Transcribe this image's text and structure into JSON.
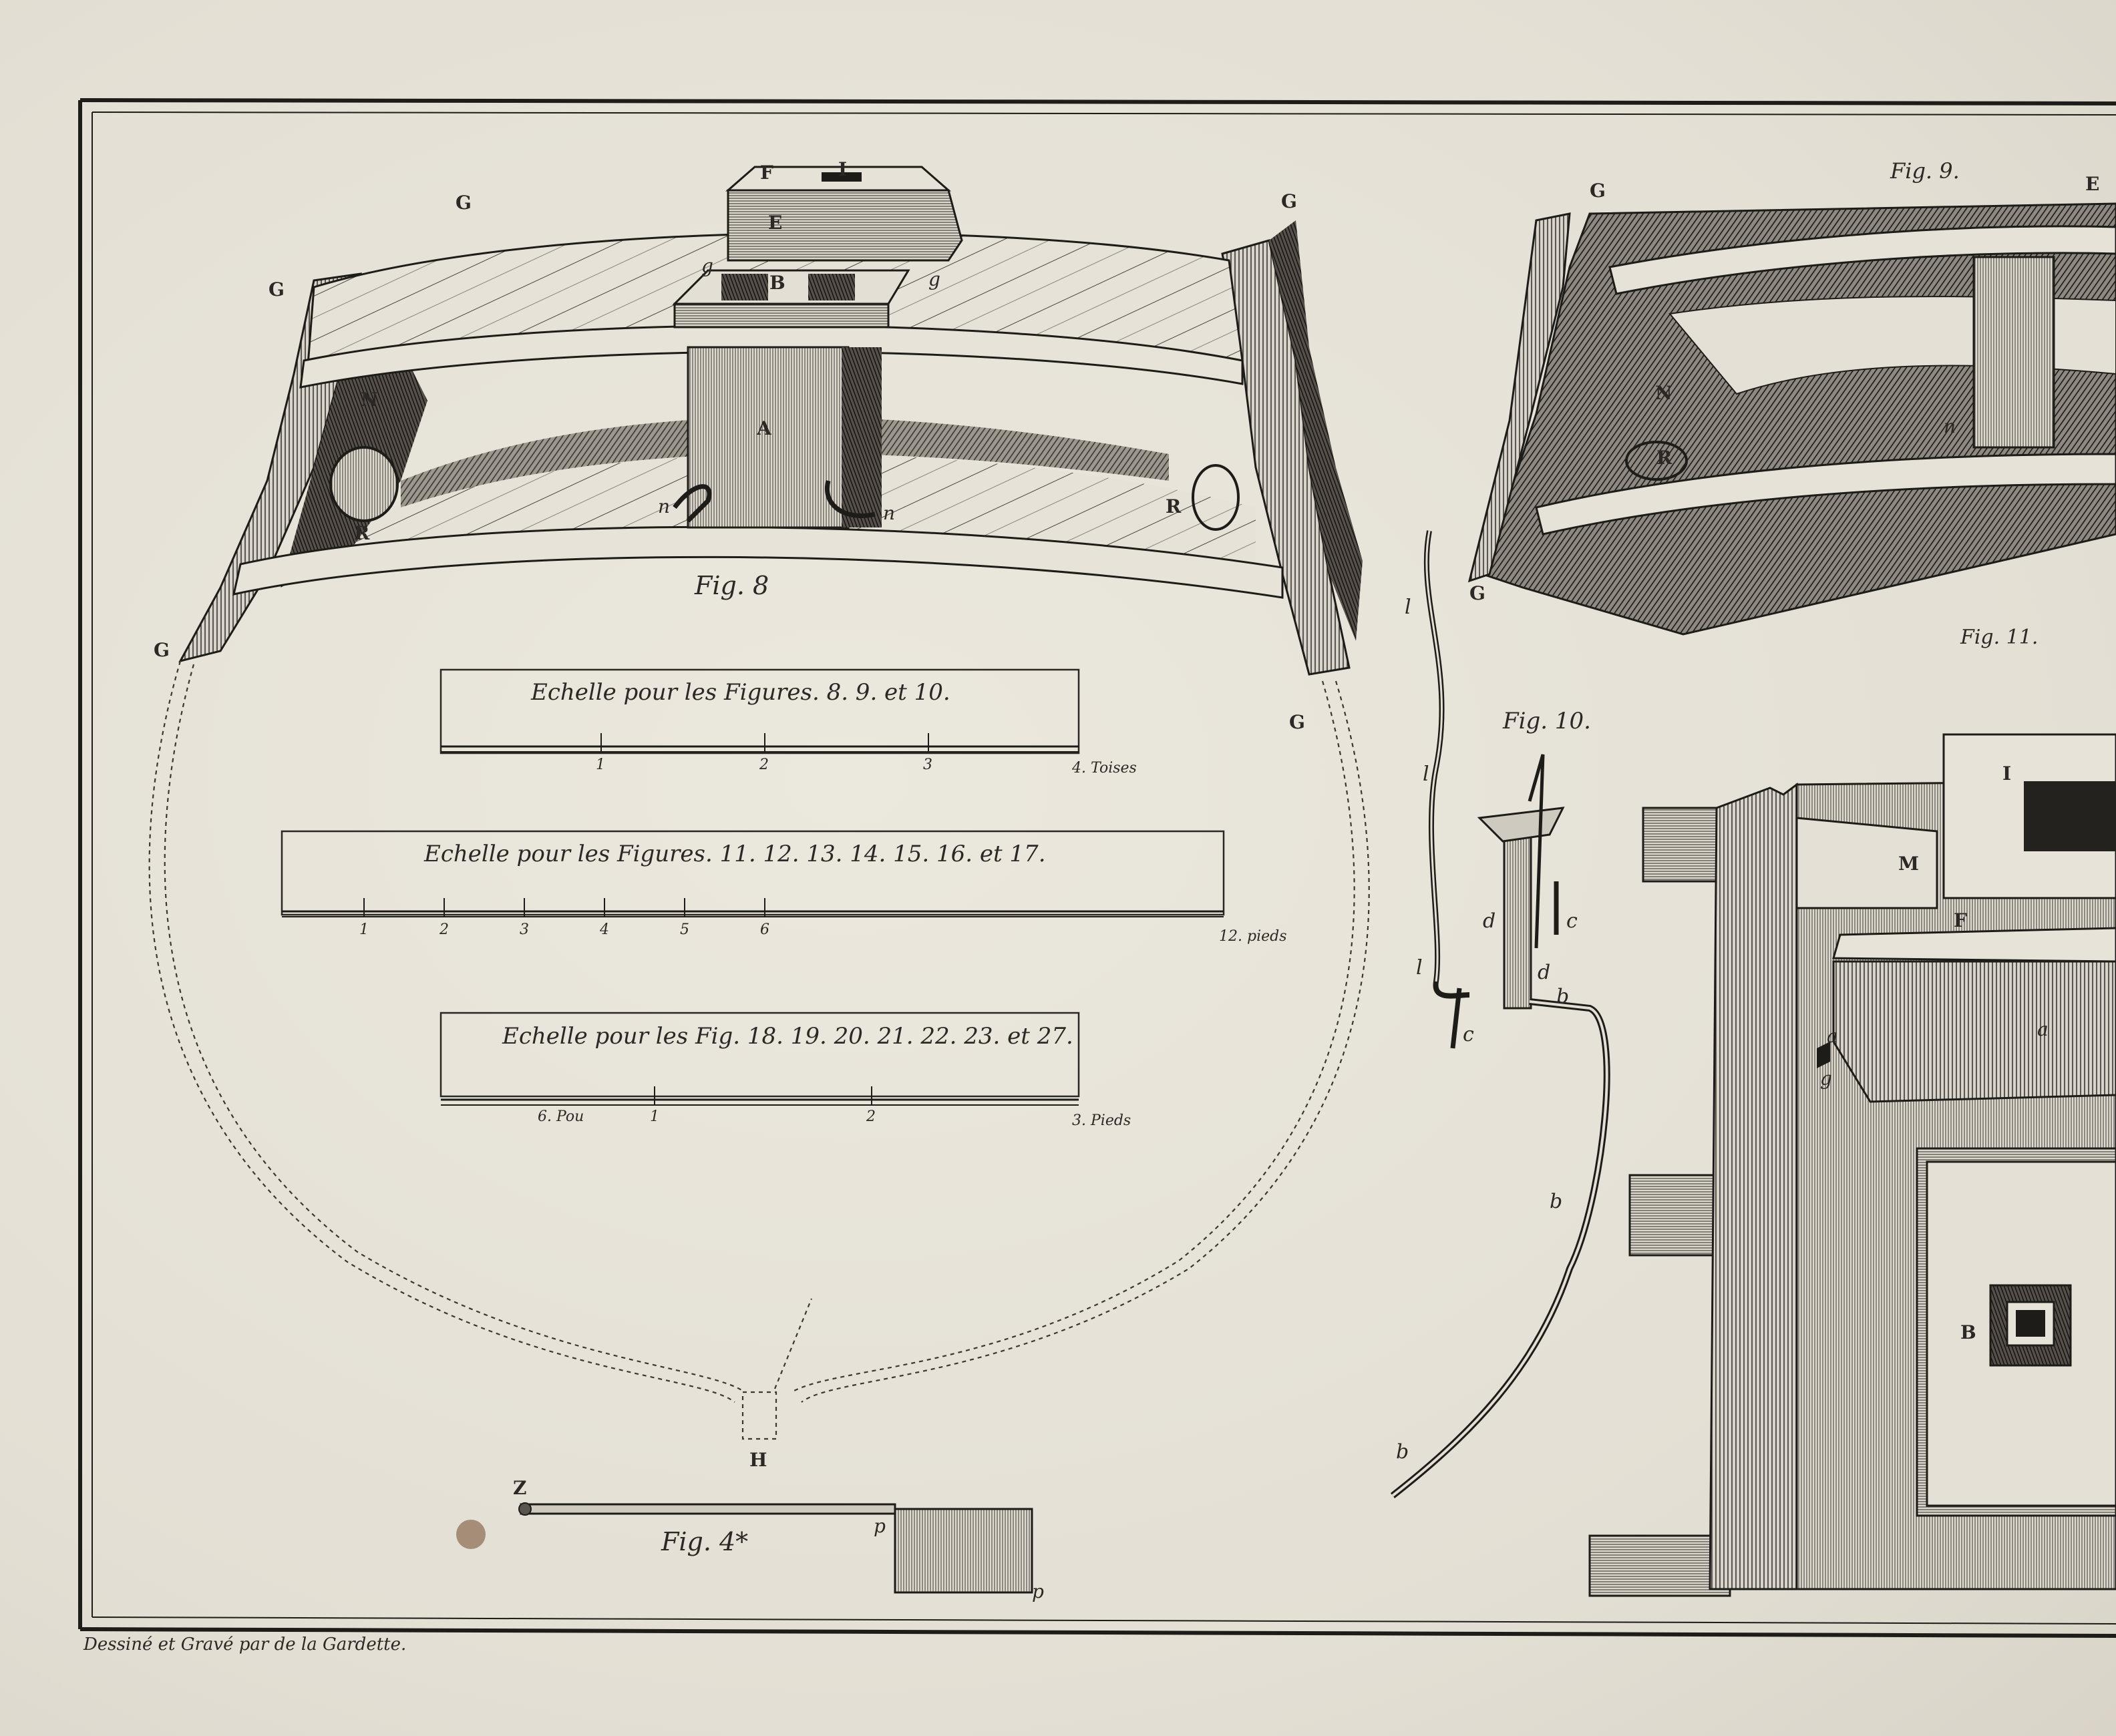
{
  "credit": "Dessiné et Gravé par de la Gardette.",
  "figures": {
    "fig8": "Fig. 8",
    "fig9": "Fig. 9.",
    "fig10": "Fig. 10.",
    "fig11": "Fig. 11.",
    "fig4": "Fig. 4*"
  },
  "scales": [
    {
      "title": "Echelle pour les Figures. 8. 9. et 10.",
      "ticks": [
        "1",
        "2",
        "3"
      ],
      "end": "4. Toises"
    },
    {
      "title": "Echelle pour les Figures. 11. 12. 13. 14. 15. 16. et 17.",
      "ticks": [
        "1",
        "2",
        "3",
        "4",
        "5",
        "6"
      ],
      "end": "12. pieds"
    },
    {
      "title": "Echelle pour les Fig. 18. 19. 20. 21. 22. 23. et 27.",
      "ticks": [
        "6. Pou",
        "1",
        "2"
      ],
      "end": "3. Pieds"
    }
  ],
  "letters": {
    "I": "I",
    "F": "F",
    "E": "E",
    "G": "G",
    "A": "A",
    "B": "B",
    "H": "H",
    "N": "N",
    "R": "R",
    "n": "n",
    "g": "g",
    "Z": "Z",
    "p": "p",
    "l": "l",
    "d": "d",
    "c": "c",
    "b": "b",
    "M": "M",
    "a": "a"
  }
}
